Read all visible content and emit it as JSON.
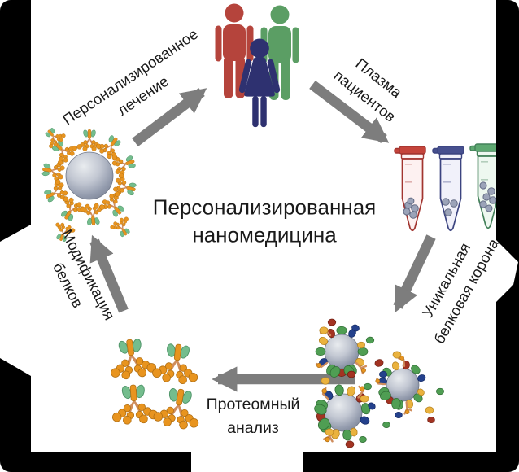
{
  "title": {
    "line1": "Персонализированная",
    "line2": "наномедицина"
  },
  "labels": {
    "treatment": {
      "line1": "Персонализированное",
      "line2": "лечение"
    },
    "plasma": {
      "line1": "Плазма",
      "line2": "пациентов"
    },
    "corona": {
      "line1": "Уникальная",
      "line2": "белковая корона"
    },
    "proteomic": {
      "line1": "Протеомный",
      "line2": "анализ"
    },
    "modification": {
      "line1": "Модификация",
      "line2": "белков"
    }
  },
  "cycle_steps": [
    "Плазма пациентов",
    "Уникальная белковая корона",
    "Протеомный анализ",
    "Модификация белков",
    "Персонализированное лечение"
  ],
  "icons": {
    "patients": "patients-group-icon",
    "plasma_tubes": "plasma-tubes-icon",
    "corona_nanoparticles": "corona-nanoparticles-icon",
    "antibodies": "antibodies-icon",
    "modified_nanoparticle": "modified-nanoparticle-icon"
  },
  "colors": {
    "text": "#1a1a1a",
    "arrow": "#7d7d7d",
    "frame": "#000000",
    "canvas": "#ffffff",
    "person-red": "#b5443c",
    "person-green": "#5b9e64",
    "person-navy": "#2e3170",
    "tube-red-cap": "#c5443b",
    "tube-blue-cap": "#47508f",
    "tube-green-cap": "#5ea871",
    "blob-green": "#4f9e53",
    "blob-red": "#a33322",
    "blob-navy": "#24418c",
    "blob-yellow": "#eab23e",
    "antibody-orange": "#e8941f",
    "antibody-green": "#74bd8d",
    "nanoparticle-gray": "#9ba3b8"
  }
}
